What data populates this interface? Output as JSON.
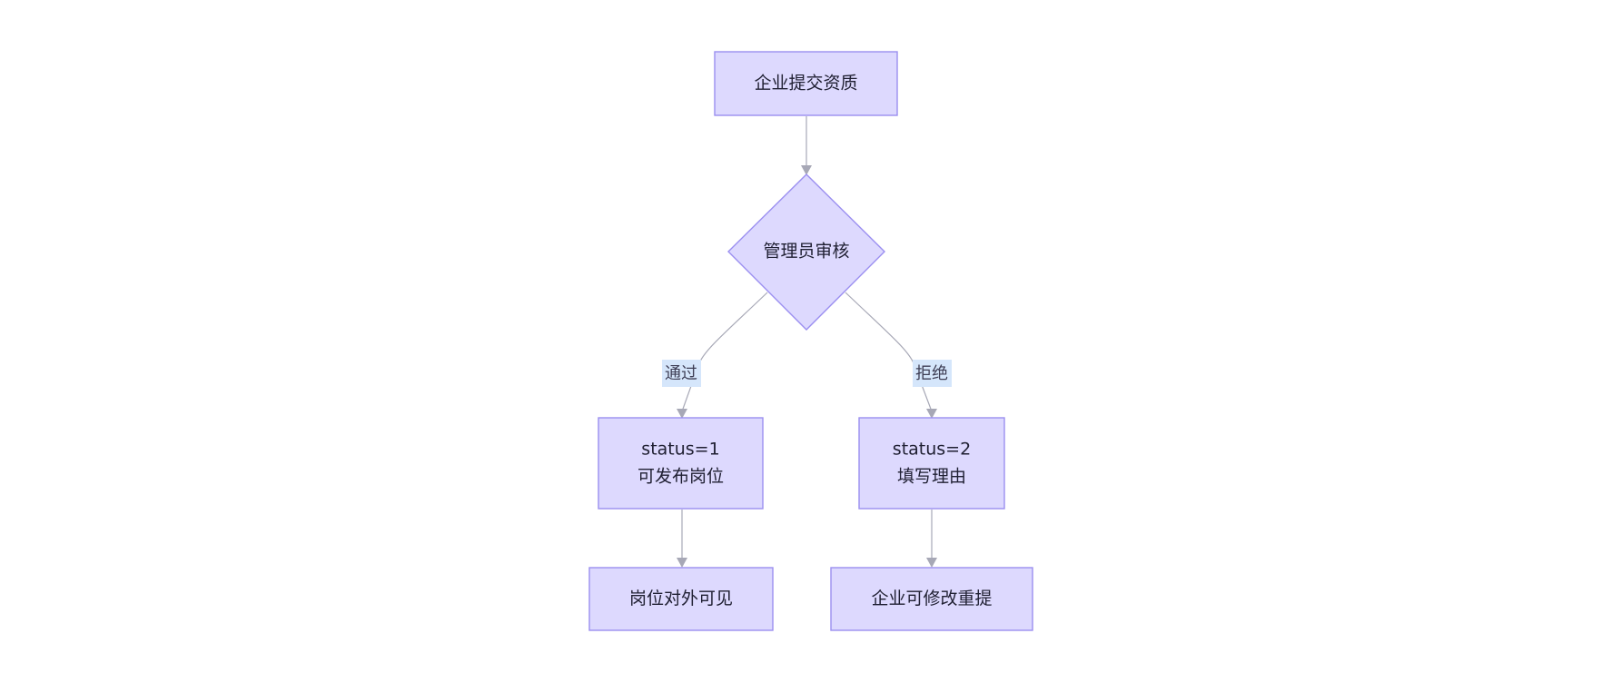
{
  "nodes": {
    "submit": "企业提交资质",
    "review": "管理员审核",
    "approved_status": "status=1",
    "approved_action": "可发布岗位",
    "rejected_status": "status=2",
    "rejected_action": "填写理由",
    "visible": "岗位对外可见",
    "resubmit": "企业可修改重提"
  },
  "edges": {
    "pass_label": "通过",
    "reject_label": "拒绝"
  },
  "colors": {
    "node_fill": "#ddd9fe",
    "node_stroke": "#9b8ff0",
    "edge": "#a7a8b6",
    "edge_label_bg": "#d5e6fb"
  }
}
